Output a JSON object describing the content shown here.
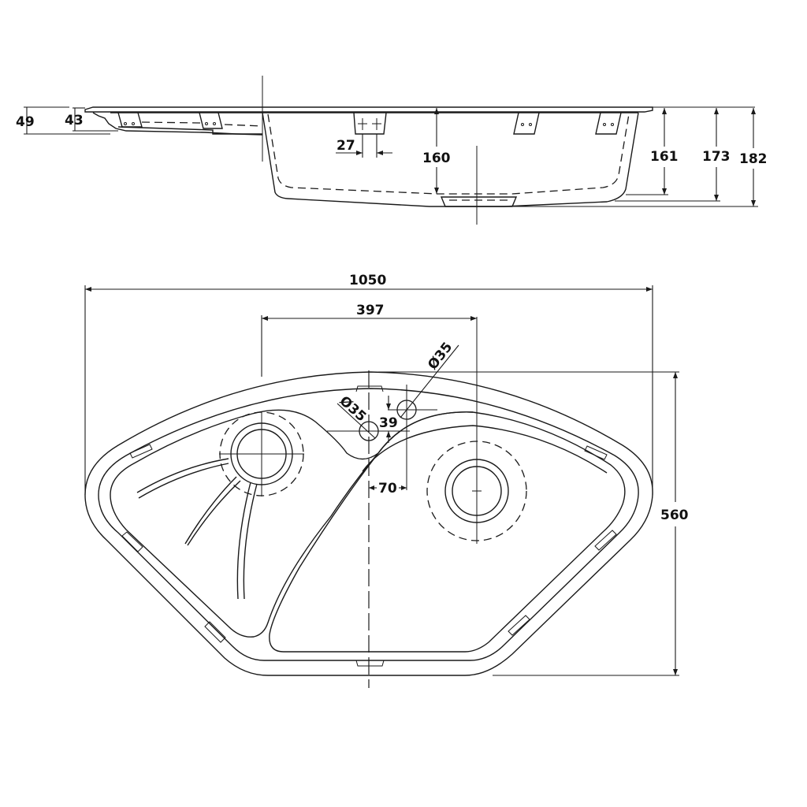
{
  "drawing": {
    "title": "Corner kitchen sink - technical dimension drawing",
    "units": "mm",
    "views": [
      "side-section",
      "top-plan"
    ]
  },
  "side_view": {
    "dimensions": {
      "overall_height_drainer_outer": "49",
      "overall_height_drainer_inner": "43",
      "clip_spacing": "27",
      "bowl_depth": "160",
      "bowl_depth_outer": "161",
      "height_to_base": "173",
      "overall_height": "182"
    }
  },
  "plan_view": {
    "dimensions": {
      "overall_width": "1050",
      "drain_to_drain": "397",
      "overall_depth": "560",
      "tap_hole_offset_x": "70",
      "tap_hole_offset_y": "39",
      "tap_hole_1_diameter": "Ø35",
      "tap_hole_2_diameter": "Ø35"
    }
  }
}
